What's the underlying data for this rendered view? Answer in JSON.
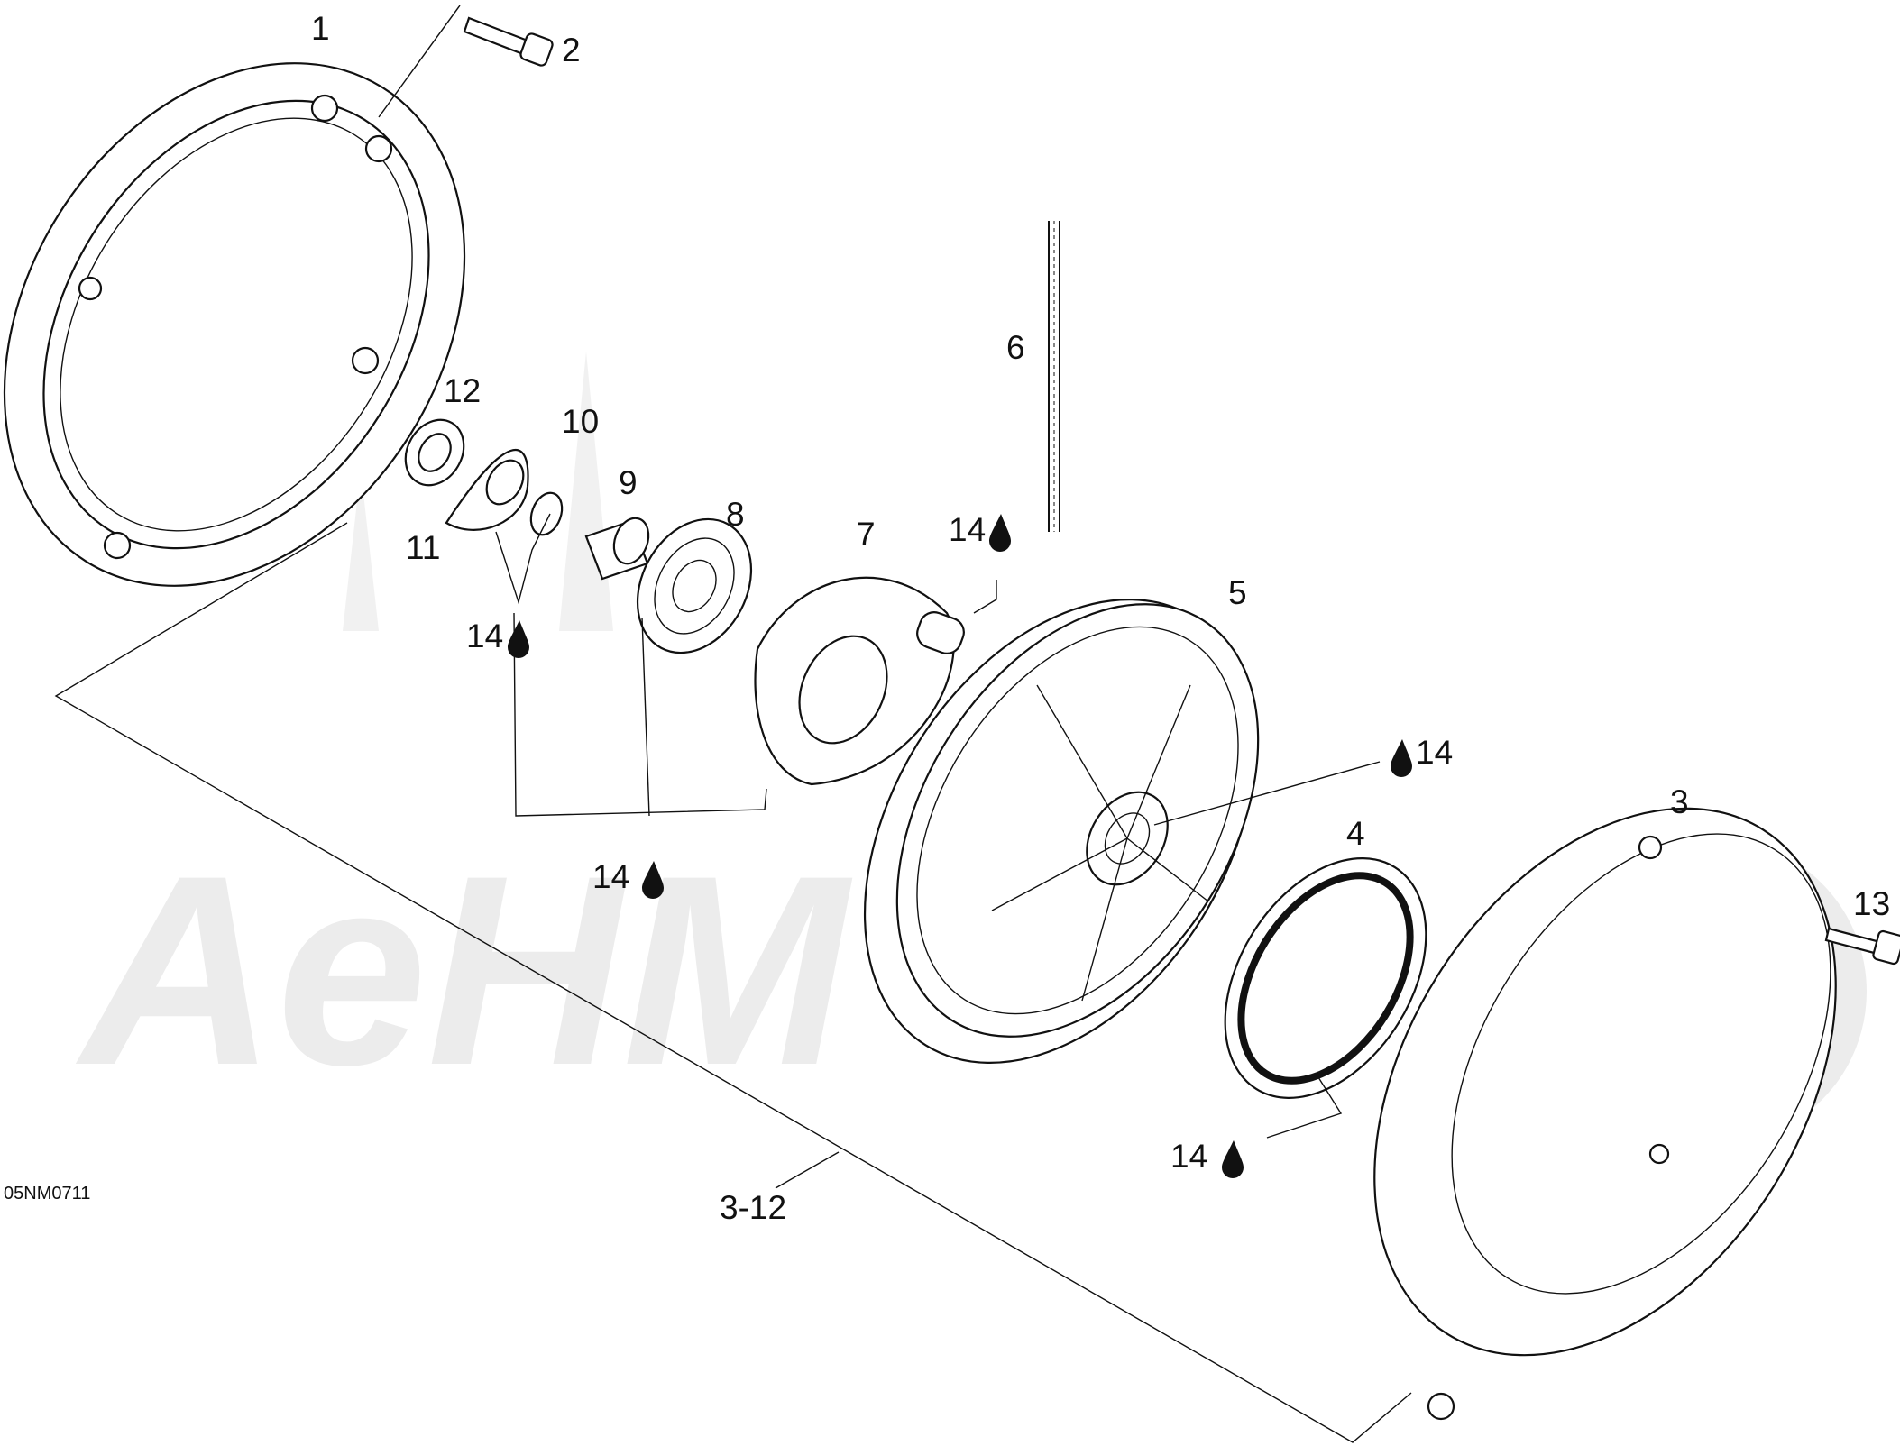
{
  "diagram": {
    "figure_code": "05NM0711",
    "watermark_text": "AeHM",
    "callouts": [
      {
        "id": "1",
        "label": "1"
      },
      {
        "id": "2",
        "label": "2"
      },
      {
        "id": "3",
        "label": "3"
      },
      {
        "id": "3-12",
        "label": "3-12"
      },
      {
        "id": "4",
        "label": "4"
      },
      {
        "id": "5",
        "label": "5"
      },
      {
        "id": "6",
        "label": "6"
      },
      {
        "id": "7",
        "label": "7"
      },
      {
        "id": "8",
        "label": "8"
      },
      {
        "id": "9",
        "label": "9"
      },
      {
        "id": "10",
        "label": "10"
      },
      {
        "id": "11",
        "label": "11"
      },
      {
        "id": "12",
        "label": "12"
      },
      {
        "id": "13",
        "label": "13"
      }
    ],
    "lubrication_callouts": [
      {
        "label": "14"
      },
      {
        "label": "14"
      },
      {
        "label": "14"
      },
      {
        "label": "14"
      },
      {
        "label": "14"
      }
    ],
    "colors": {
      "line": "#111111",
      "background": "#ffffff",
      "watermark": "#ececec"
    }
  }
}
